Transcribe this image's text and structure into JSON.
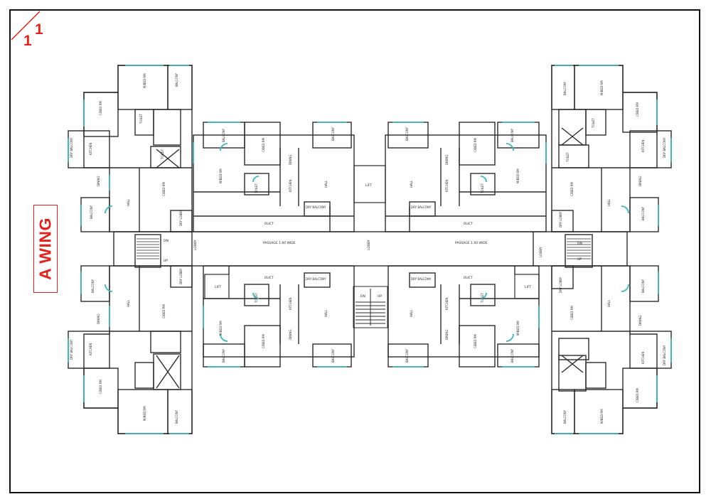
{
  "sheet": {
    "number_top": "1",
    "number_bottom": "1"
  },
  "wing_label": "A WING",
  "passage_label": "PASSAGE 1.60 WIDE",
  "lobby_label": "LOBBY",
  "duct_label": "DUCT",
  "lift_label": "LIFT",
  "stair": {
    "up": "UP",
    "down": "DN"
  },
  "rooms": {
    "balcony": "BALCONY",
    "mbed": "M/BED RM",
    "cbed": "C/BED RM",
    "toilet": "TOILET",
    "kitchen": "KITCHEN",
    "dining": "DINING",
    "hall": "HALL",
    "dry_balcony": "DRY BALCONY",
    "dry_lobby": "DRY LOBBY"
  },
  "colors": {
    "wall": "#2b2b2b",
    "door": "#3fb6bf",
    "accent": "#e0231d"
  }
}
